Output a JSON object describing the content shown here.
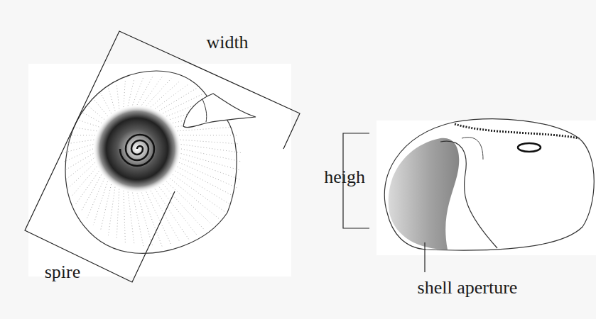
{
  "diagram": {
    "labels": [
      "width",
      "spire",
      "heigh",
      "shell aperture"
    ]
  }
}
